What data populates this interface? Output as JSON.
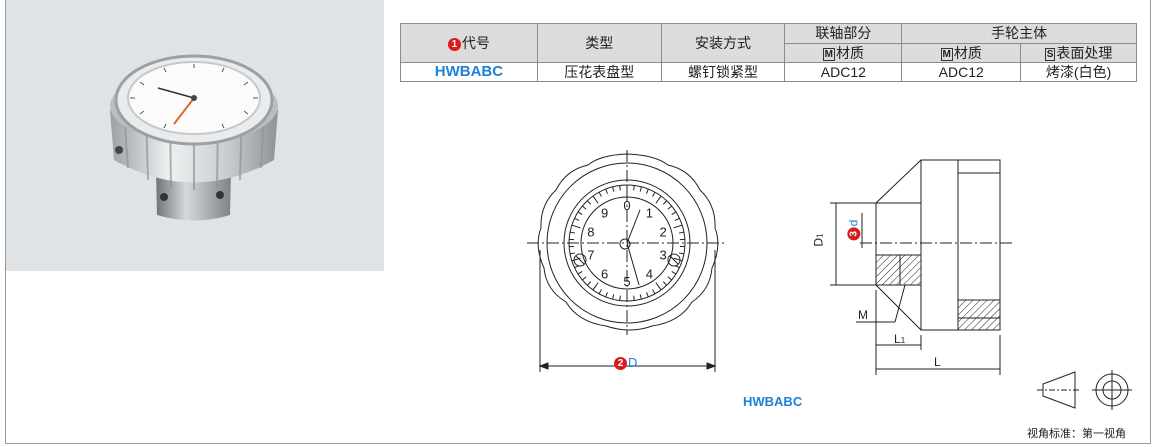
{
  "table": {
    "headers": {
      "code_num": "1",
      "code": "代号",
      "type": "类型",
      "mount": "安装方式",
      "shaft_part": "联轴部分",
      "wheel_body": "手轮主体",
      "shaft_material_mark": "M",
      "shaft_material": "材质",
      "wheel_material_mark": "M",
      "wheel_material": "材质",
      "surface_mark": "S",
      "surface": "表面处理"
    },
    "row": {
      "code": "HWBABC",
      "type": "压花表盘型",
      "mount": "螺钉锁紧型",
      "shaft_material": "ADC12",
      "wheel_material": "ADC12",
      "surface": "烤漆(白色)"
    }
  },
  "drawing": {
    "front_label_num": "2",
    "front_label": "D",
    "dial_numbers": [
      "0",
      "1",
      "2",
      "3",
      "4",
      "5",
      "6",
      "7",
      "8",
      "9"
    ],
    "side_labels": {
      "d1": "D",
      "d1_sub": "1",
      "bore_num": "3",
      "bore": "d",
      "m": "M",
      "l1": "L",
      "l1_sub": "1",
      "l": "L"
    },
    "model_caption": "HWBABC",
    "angle_caption": "视角标准：第一视角"
  },
  "colors": {
    "accent_blue": "#1d82d6",
    "badge_red": "#d81c1c",
    "header_gray": "#dcdcdc",
    "photo_bg": "#dfe3e5"
  }
}
